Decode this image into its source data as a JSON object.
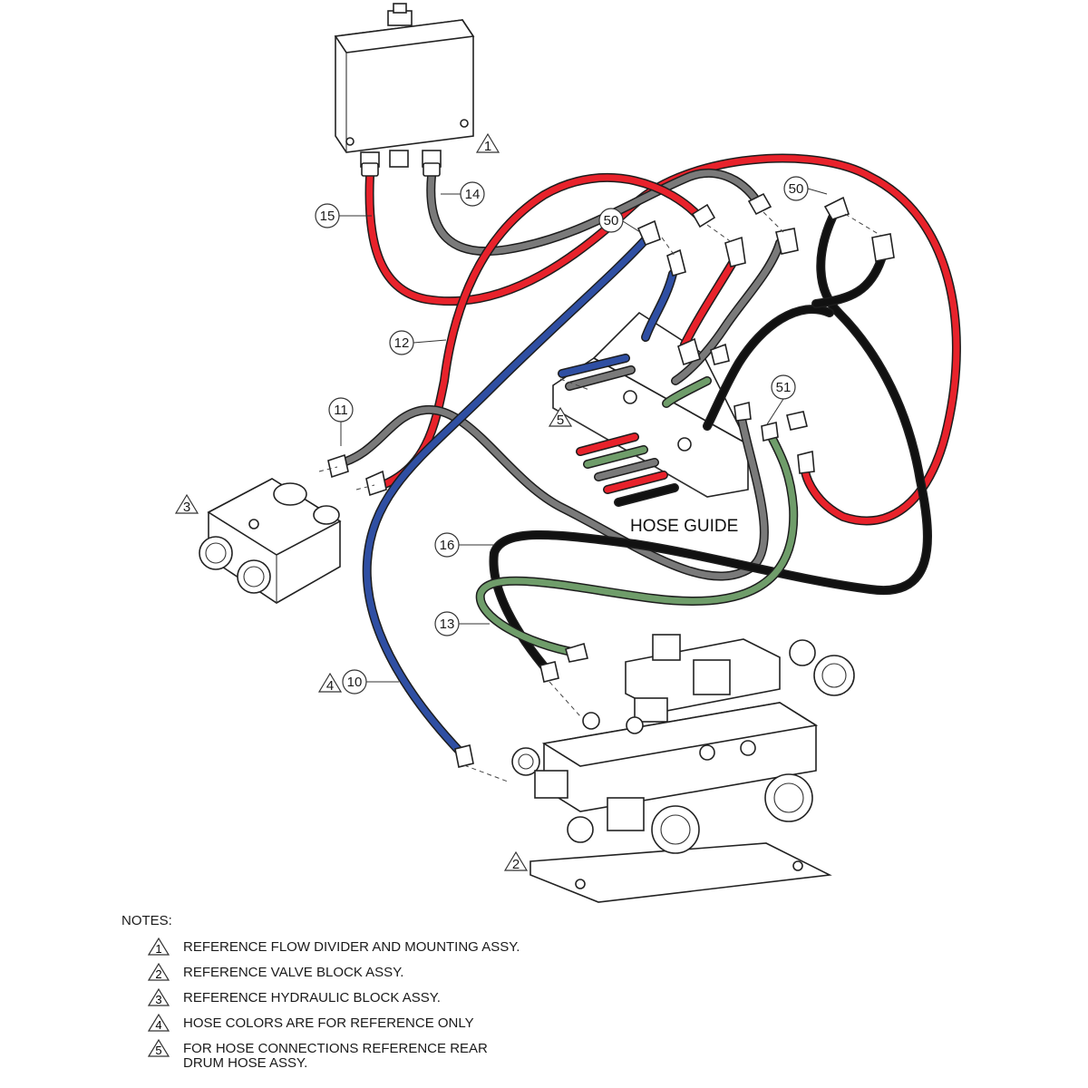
{
  "colors": {
    "red": "#e8222b",
    "gray": "#7a7a7a",
    "blue": "#2f4fa3",
    "black": "#111111",
    "green": "#6f9d6a"
  },
  "callouts": {
    "c15": "15",
    "c14": "14",
    "c50a": "50",
    "c50b": "50",
    "c12": "12",
    "c11": "11",
    "c51": "51",
    "c16": "16",
    "c13": "13",
    "c10": "10"
  },
  "references": {
    "r1": "1",
    "r2": "2",
    "r3": "3",
    "r4": "4",
    "r5": "5"
  },
  "labels": {
    "hose_guide": "HOSE GUIDE"
  },
  "notes": {
    "heading": "NOTES:",
    "items": [
      {
        "num": "1",
        "text": "REFERENCE FLOW DIVIDER AND MOUNTING ASSY."
      },
      {
        "num": "2",
        "text": "REFERENCE VALVE BLOCK ASSY."
      },
      {
        "num": "3",
        "text": "REFERENCE HYDRAULIC BLOCK ASSY."
      },
      {
        "num": "4",
        "text": "HOSE COLORS ARE FOR REFERENCE ONLY"
      },
      {
        "num": "5",
        "text": "FOR HOSE CONNECTIONS REFERENCE REAR\nDRUM HOSE ASSY."
      }
    ]
  }
}
